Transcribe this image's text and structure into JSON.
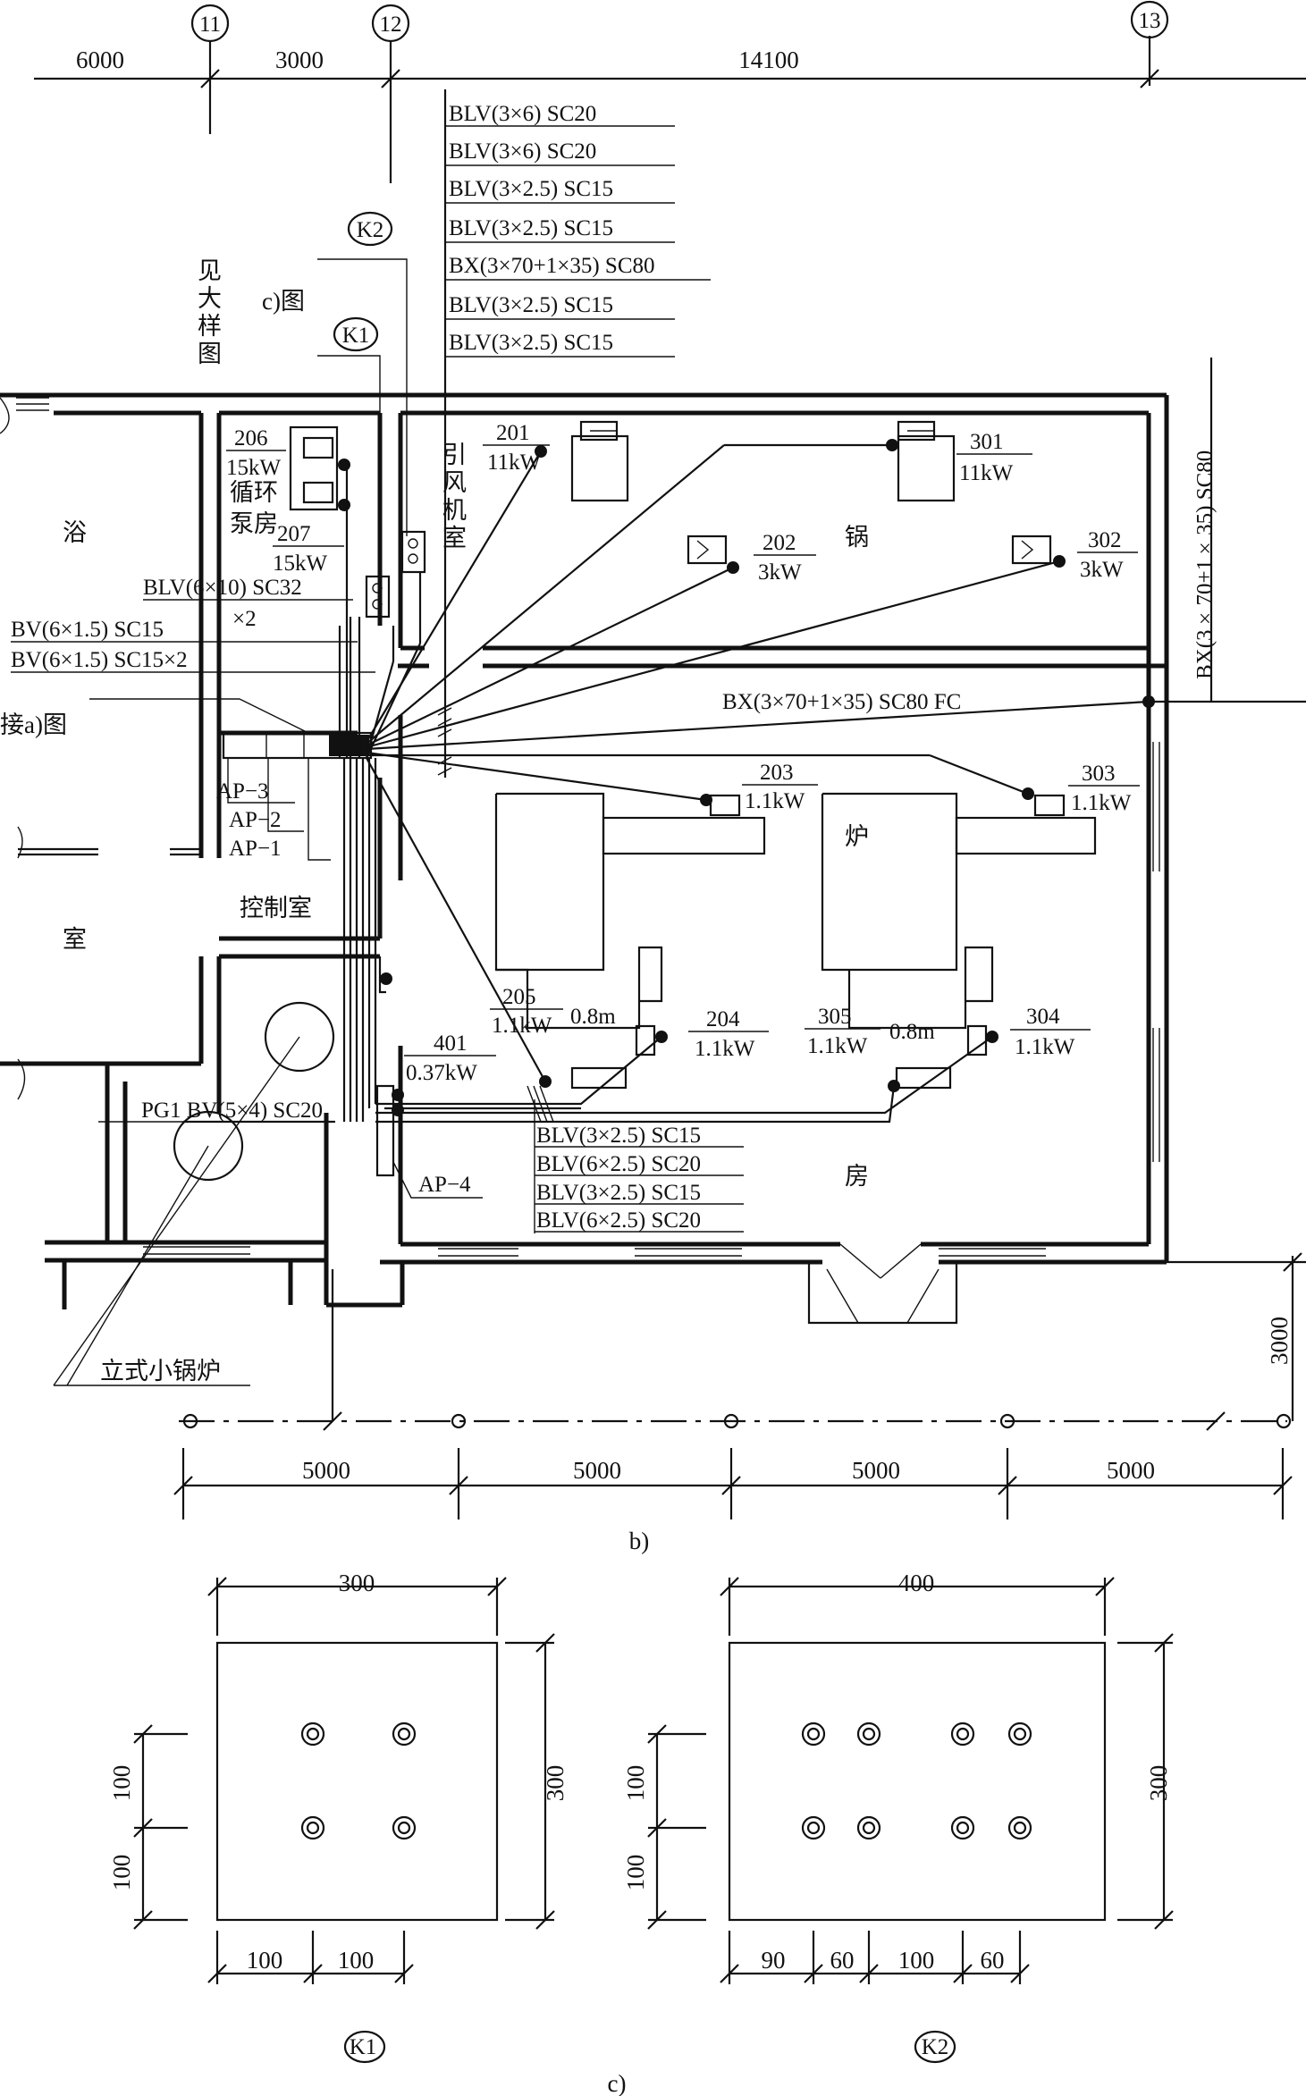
{
  "axes": {
    "a11": "11",
    "a12": "12",
    "a13": "13"
  },
  "top_dims": [
    "6000",
    "3000",
    "14100"
  ],
  "cables": [
    "BLV(3×6) SC20",
    "BLV(3×6) SC20",
    "BLV(3×2.5) SC15",
    "BLV(3×2.5) SC15",
    "BX(3×70+1×35) SC80",
    "BLV(3×2.5) SC15",
    "BLV(3×2.5) SC15"
  ],
  "detail_note": {
    "vertical": "见大样图",
    "c": "c)图",
    "k1": "K1",
    "k2": "K2"
  },
  "rooms": {
    "bath1": "浴",
    "bath2": "室",
    "pump1": "循环",
    "pump2": "泵房",
    "fan": "引风机室",
    "guo": "锅",
    "lu": "炉",
    "fang": "房",
    "control": "控制室"
  },
  "loads": {
    "n201": "201",
    "p201": "11kW",
    "n301": "301",
    "p301": "11kW",
    "n202": "202",
    "p202": "3kW",
    "n302": "302",
    "p302": "3kW",
    "n203": "203",
    "p203": "1.1kW",
    "n303": "303",
    "p303": "1.1kW",
    "n206": "206",
    "p206": "15kW",
    "n207": "207",
    "p207": "15kW",
    "n205": "205",
    "p205": "1.1kW",
    "n204": "204",
    "p204": "1.1kW",
    "n305": "305",
    "p305": "1.1kW",
    "n304": "304",
    "p304": "1.1kW",
    "n401": "401",
    "p401": "0.37kW",
    "h1": "0.8m",
    "h2": "0.8m"
  },
  "left_cables": {
    "c1": "BLV(6×10) SC32",
    "c1x": "×2",
    "c2": "BV(6×1.5) SC15",
    "c3": "BV(6×1.5) SC15×2",
    "conn": "接a)图"
  },
  "boxes": {
    "ap3": "AP−3",
    "ap2": "AP−2",
    "ap1": "AP−1",
    "ap4": "AP−4"
  },
  "main_cable": "BX(3×70+1×35) SC80 FC",
  "vert_cable": "BX(3×70+1×35) SC80",
  "bottom_cables": [
    "BLV(3×2.5) SC15",
    "BLV(6×2.5) SC20",
    "BLV(3×2.5) SC15",
    "BLV(6×2.5) SC20"
  ],
  "pg1": "PG1 BV(5×4) SC20",
  "boiler_small": "立式小锅炉",
  "right_dim": "3000",
  "bottom_dims": [
    "5000",
    "5000",
    "5000",
    "5000"
  ],
  "cap_b": "b)",
  "k1_detail": {
    "w": "300",
    "h": "300",
    "r1": "100",
    "r2": "100",
    "c1": "100",
    "c2": "100",
    "tag": "K1"
  },
  "k2_detail": {
    "w": "400",
    "h": "300",
    "r1": "100",
    "r2": "100",
    "c1": "90",
    "c2": "60",
    "c3": "100",
    "c4": "60",
    "tag": "K2"
  },
  "cap_c": "c)"
}
